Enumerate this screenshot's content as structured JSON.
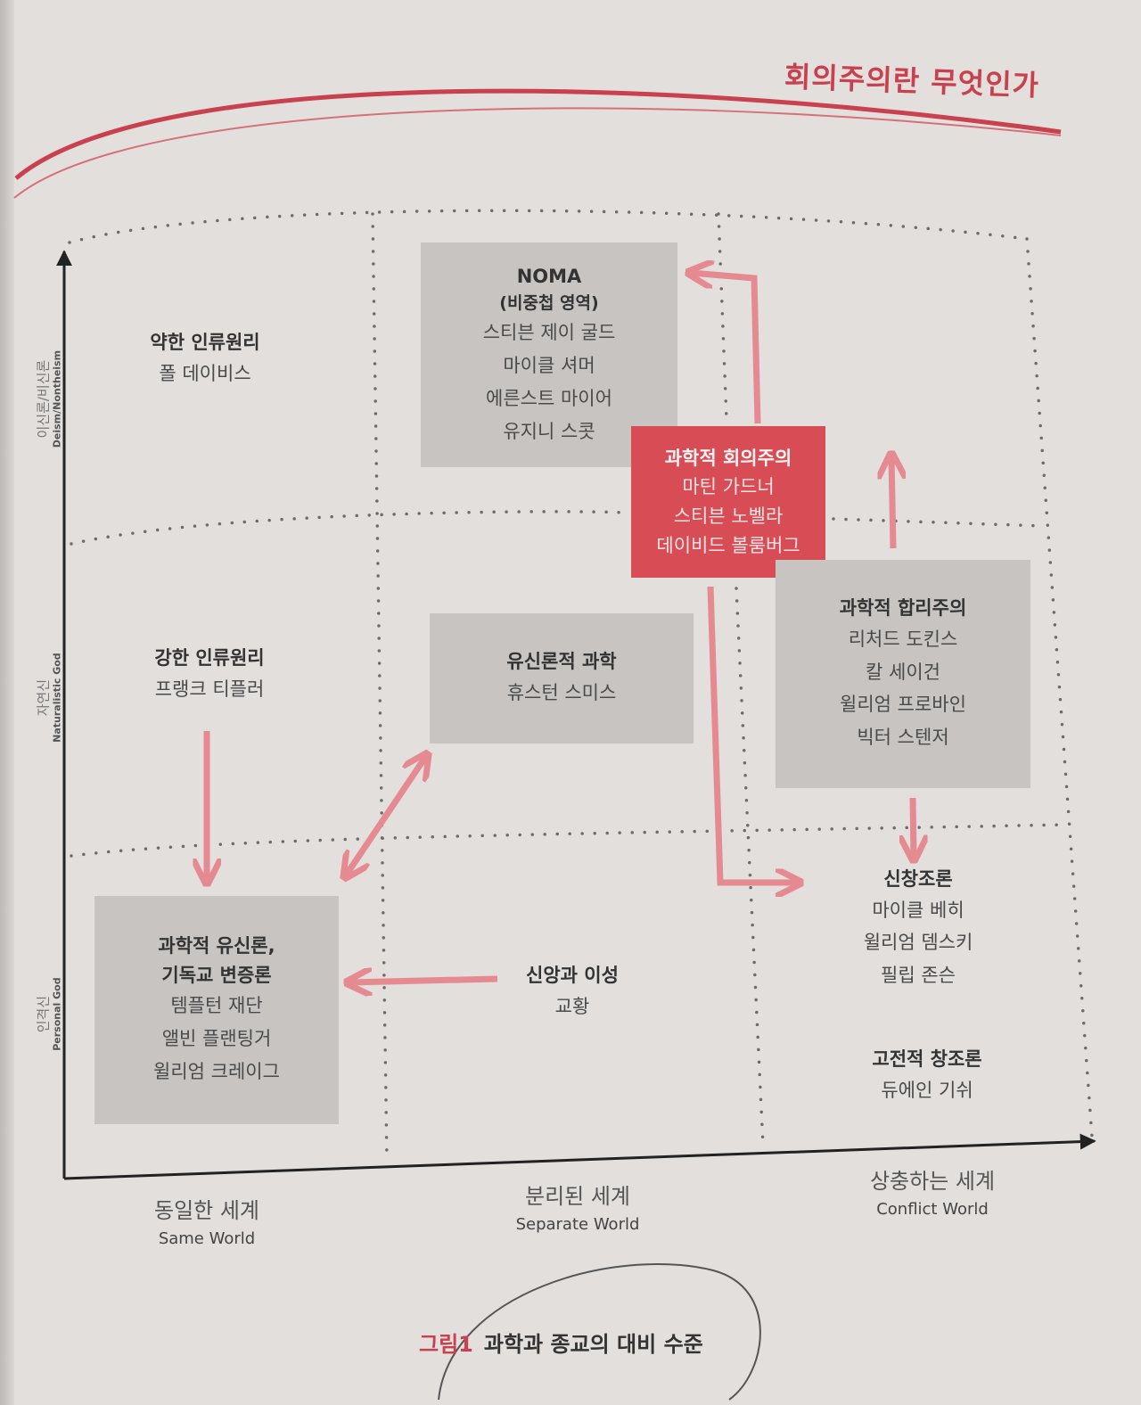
{
  "header": {
    "title": "회의주의란 무엇인가"
  },
  "y_axis": [
    {
      "ko": "이신론/비신론",
      "en": "Deism/Nontheism"
    },
    {
      "ko": "자연신",
      "en": "Naturalistic God"
    },
    {
      "ko": "인격신",
      "en": "Personal God"
    }
  ],
  "x_axis": [
    {
      "ko": "동일한 세계",
      "en": "Same World"
    },
    {
      "ko": "분리된 세계",
      "en": "Separate World"
    },
    {
      "ko": "상충하는 세계",
      "en": "Conflict World"
    }
  ],
  "nodes": {
    "weak_anthropic": {
      "title": "약한 인류원리",
      "items": [
        "폴 데이비스"
      ]
    },
    "noma": {
      "title": "NOMA",
      "subtitle": "(비중첩 영역)",
      "items": [
        "스티븐 제이 굴드",
        "마이클 셔머",
        "에른스트 마이어",
        "유지니 스콧"
      ]
    },
    "scientific_skepticism": {
      "title": "과학적 회의주의",
      "items": [
        "마틴 가드너",
        "스티븐 노벨라",
        "데이비드 볼룸버그"
      ]
    },
    "strong_anthropic": {
      "title": "강한 인류원리",
      "items": [
        "프랭크 티플러"
      ]
    },
    "theistic_science": {
      "title": "유신론적 과학",
      "items": [
        "휴스턴 스미스"
      ]
    },
    "scientific_rationalism": {
      "title": "과학적 합리주의",
      "items": [
        "리처드 도킨스",
        "칼 세이건",
        "윌리엄 프로바인",
        "빅터 스텐저"
      ]
    },
    "scientific_theism": {
      "title_lines": [
        "과학적 유신론,",
        "기독교 변증론"
      ],
      "items": [
        "템플턴 재단",
        "앨빈 플랜팅거",
        "윌리엄 크레이그"
      ]
    },
    "faith_reason": {
      "title": "신앙과 이성",
      "items": [
        "교황"
      ]
    },
    "new_creationism": {
      "title": "신창조론",
      "items": [
        "마이클 베히",
        "윌리엄 뎀스키",
        "필립 존슨"
      ]
    },
    "classic_creationism": {
      "title": "고전적 창조론",
      "items": [
        "듀에인 기쉬"
      ]
    }
  },
  "caption": {
    "number": "그림1",
    "text": "과학과 종교의 대비 수준"
  },
  "colors": {
    "accent": "#d84c56",
    "arrow": "#e48a90",
    "box_gray": "#c7c4c1",
    "header_red": "#c9404e"
  }
}
